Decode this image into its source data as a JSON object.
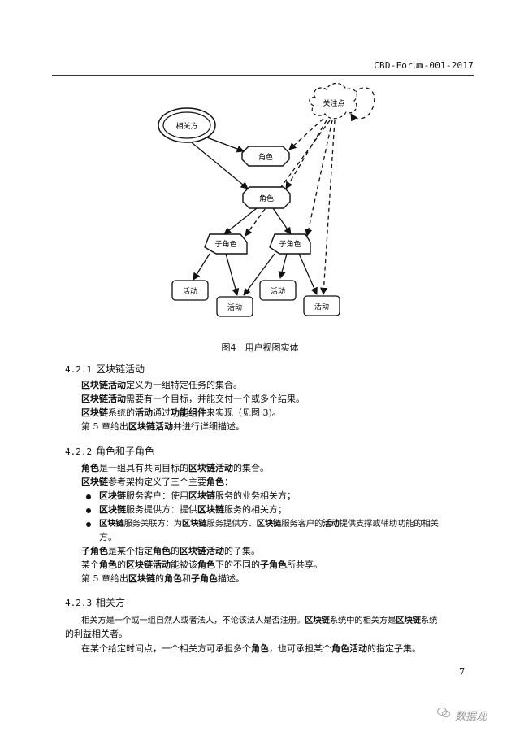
{
  "header": {
    "doc_id": "CBD-Forum-001-2017"
  },
  "diagram": {
    "stakeholder": "相关方",
    "concern": "关注点",
    "role_a": "角色",
    "role_b": "角色",
    "subrole_a": "子角色",
    "subrole_b": "子角色",
    "activity_1": "活动",
    "activity_2": "活动",
    "activity_3": "活动",
    "activity_4": "活动"
  },
  "caption": "图4　用户视图实体",
  "sec1": {
    "num": "4.2.1",
    "title": "区块链活动",
    "l1": {
      "b1": "区块链活动",
      "t1": "定义为一组特定任务的集合。"
    },
    "l2": {
      "b1": "区块链活动",
      "t1": "需要有一个目标，并能交付一个或多个结果。"
    },
    "l3": {
      "b1": "区块链",
      "t1": "系统的",
      "b2": "活动",
      "t2": "通过",
      "b3": "功能组件",
      "t3": "来实现（见图 3)。"
    },
    "l4": {
      "t1": "第 5 章给出",
      "b1": "区块链活动",
      "t2": "并进行详细描述。"
    }
  },
  "sec2": {
    "num": "4.2.2",
    "title": "角色和子角色",
    "l1": {
      "b1": "角色",
      "t1": "是一组具有共同目标的",
      "b2": "区块链活动",
      "t2": "的集合。"
    },
    "l2": {
      "b1": "区块链",
      "t1": "参考架构定义了三个主要",
      "b2": "角色",
      "t2": "："
    },
    "bul1": {
      "b1": "区块链",
      "t1": "服务客户：使用",
      "b2": "区块链",
      "t2": "服务的业务相关方；"
    },
    "bul2": {
      "b1": "区块链",
      "t1": "服务提供方：提供",
      "b2": "区块链",
      "t2": "服务的相关方；"
    },
    "bul3": {
      "b1": "区块链",
      "t1": "服务关联方：为",
      "b2": "区块链",
      "t2": "服务提供方、",
      "b3": "区块链",
      "t3": "服务客户的",
      "b4": "活动",
      "t4": "提供支撑或辅助功能的相关"
    },
    "bul3b": "方。",
    "l3": {
      "b1": "子角色",
      "t1": "是某个指定",
      "b2": "角色",
      "t2": "的",
      "b3": "区块链活动",
      "t3": "的子集。"
    },
    "l4": {
      "t1": "某个",
      "b1": "角色",
      "t2": "的",
      "b2": "区块链活动",
      "t3": "能被该",
      "b3": "角色",
      "t4": "下的不同的",
      "b4": "子角色",
      "t5": "所共享。"
    },
    "l5": {
      "t1": "第 5 章给出",
      "b1": "区块链",
      "t2": "的",
      "b2": "角色",
      "t3": "和",
      "b3": "子角色",
      "t4": "描述。"
    }
  },
  "sec3": {
    "num": "4.2.3",
    "title": "相关方",
    "l1": {
      "t1": "相关方是一个或一组自然人或者法人，不论该法人是否注册。",
      "b1": "区块链",
      "t2": "系统中的相关方是",
      "b2": "区块链",
      "t3": "系统"
    },
    "l1b": "的利益相关者。",
    "l2": {
      "t1": "在某个给定时间点，一个相关方可承担多个",
      "b1": "角色",
      "t2": "，也可承担某个",
      "b2": "角色活动",
      "t3": "的指定子集。"
    }
  },
  "page_number": "7",
  "watermark": "数据观"
}
